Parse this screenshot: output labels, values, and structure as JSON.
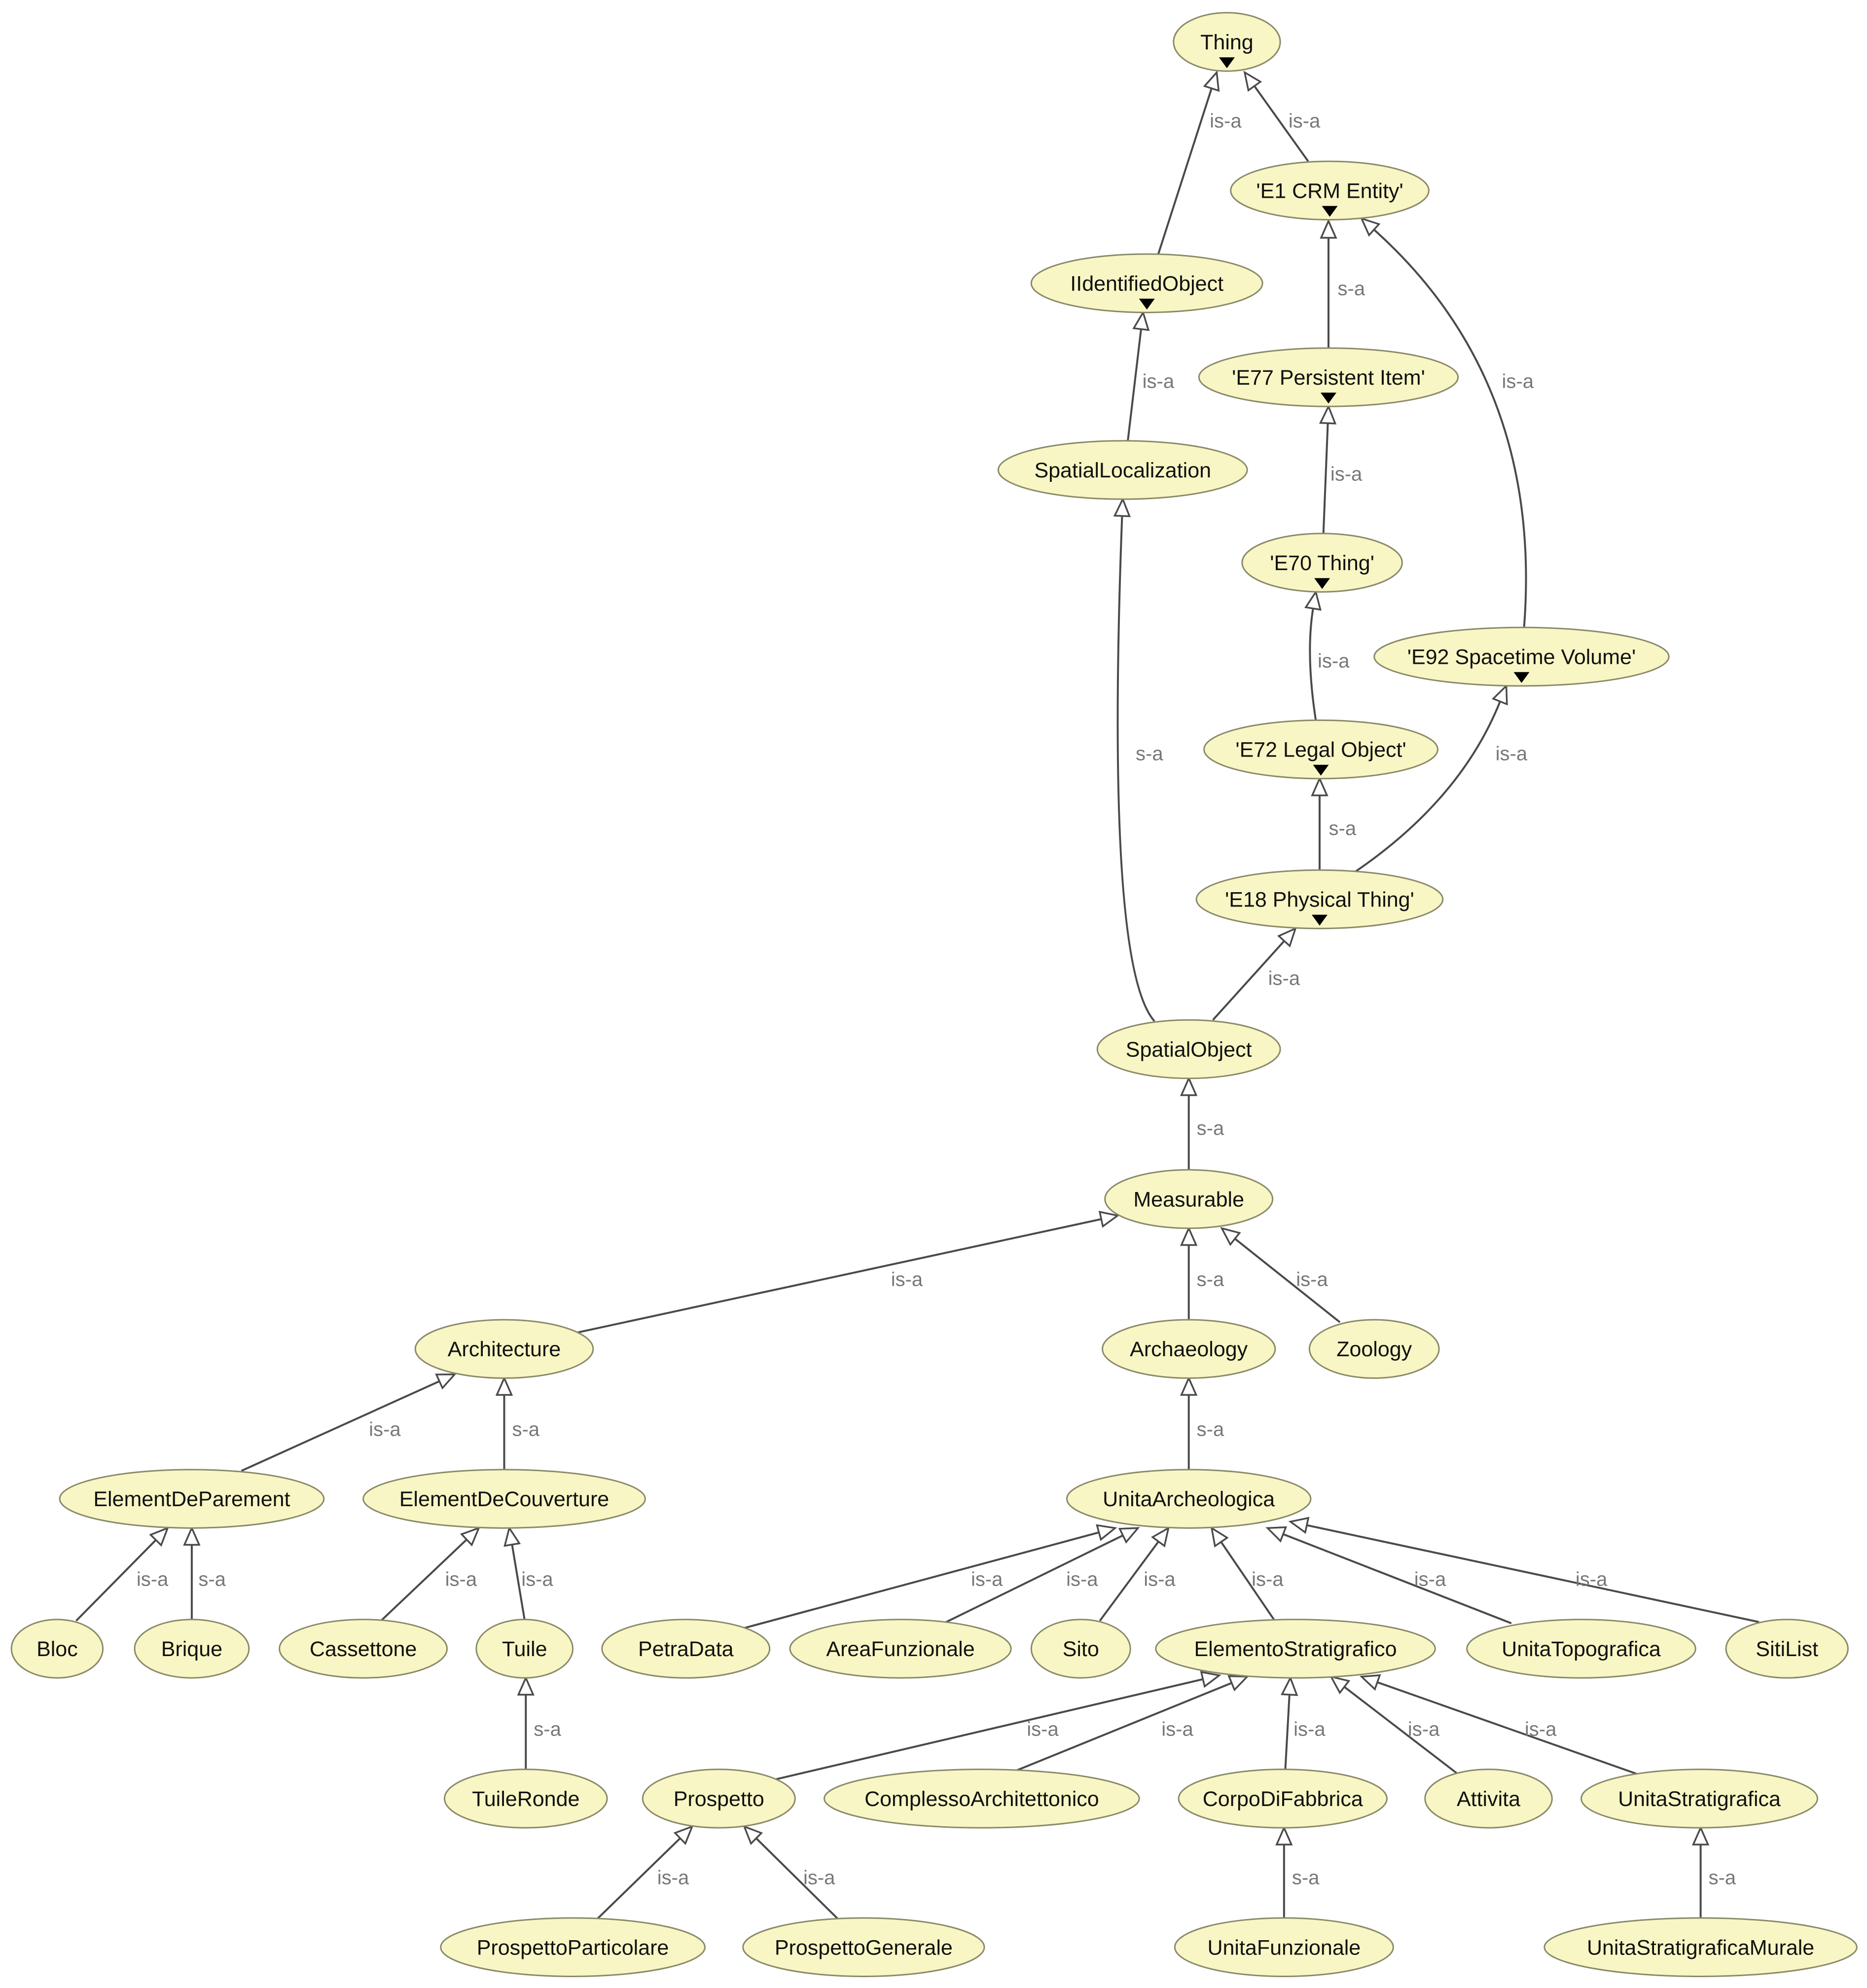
{
  "colors": {
    "node_fill": "#f8f6c4",
    "node_stroke": "#8a8a6a",
    "edge": "#4a4a4a",
    "edge_label": "#777777"
  },
  "nodes": [
    {
      "id": "thing",
      "label": "Thing",
      "expandable": true
    },
    {
      "id": "e1",
      "label": "'E1 CRM Entity'",
      "expandable": true
    },
    {
      "id": "identified",
      "label": "IIdentifiedObject",
      "expandable": true
    },
    {
      "id": "e77",
      "label": "'E77 Persistent Item'",
      "expandable": true
    },
    {
      "id": "spatialloc",
      "label": "SpatialLocalization",
      "expandable": false
    },
    {
      "id": "e70",
      "label": "'E70 Thing'",
      "expandable": true
    },
    {
      "id": "e92",
      "label": "'E92 Spacetime Volume'",
      "expandable": true
    },
    {
      "id": "e72",
      "label": "'E72 Legal Object'",
      "expandable": true
    },
    {
      "id": "e18",
      "label": "'E18 Physical Thing'",
      "expandable": true
    },
    {
      "id": "spatialobj",
      "label": "SpatialObject",
      "expandable": false
    },
    {
      "id": "measurable",
      "label": "Measurable",
      "expandable": false
    },
    {
      "id": "architecture",
      "label": "Architecture",
      "expandable": false
    },
    {
      "id": "archaeology",
      "label": "Archaeology",
      "expandable": false
    },
    {
      "id": "zoology",
      "label": "Zoology",
      "expandable": false
    },
    {
      "id": "elemparement",
      "label": "ElementDeParement",
      "expandable": false
    },
    {
      "id": "elemcouv",
      "label": "ElementDeCouverture",
      "expandable": false
    },
    {
      "id": "unitaarch",
      "label": "UnitaArcheologica",
      "expandable": false
    },
    {
      "id": "bloc",
      "label": "Bloc",
      "expandable": false
    },
    {
      "id": "brique",
      "label": "Brique",
      "expandable": false
    },
    {
      "id": "cassettone",
      "label": "Cassettone",
      "expandable": false
    },
    {
      "id": "tuile",
      "label": "Tuile",
      "expandable": false
    },
    {
      "id": "petradata",
      "label": "PetraData",
      "expandable": false
    },
    {
      "id": "areafunz",
      "label": "AreaFunzionale",
      "expandable": false
    },
    {
      "id": "sito",
      "label": "Sito",
      "expandable": false
    },
    {
      "id": "elemstrat",
      "label": "ElementoStratigrafico",
      "expandable": false
    },
    {
      "id": "unitatopo",
      "label": "UnitaTopografica",
      "expandable": false
    },
    {
      "id": "sitilist",
      "label": "SitiList",
      "expandable": false
    },
    {
      "id": "tuileronde",
      "label": "TuileRonde",
      "expandable": false
    },
    {
      "id": "prospetto",
      "label": "Prospetto",
      "expandable": false
    },
    {
      "id": "complesso",
      "label": "ComplessoArchitettonico",
      "expandable": false
    },
    {
      "id": "corpo",
      "label": "CorpoDiFabbrica",
      "expandable": false
    },
    {
      "id": "attivita",
      "label": "Attivita",
      "expandable": false
    },
    {
      "id": "unitastrat",
      "label": "UnitaStratigrafica",
      "expandable": false
    },
    {
      "id": "prosppart",
      "label": "ProspettoParticolare",
      "expandable": false
    },
    {
      "id": "prospgen",
      "label": "ProspettoGenerale",
      "expandable": false
    },
    {
      "id": "unitafunz",
      "label": "UnitaFunzionale",
      "expandable": false
    },
    {
      "id": "unitastratmur",
      "label": "UnitaStratigraficaMurale",
      "expandable": false
    }
  ],
  "edges": [
    {
      "from": "identified",
      "to": "thing",
      "label": "is-a"
    },
    {
      "from": "e1",
      "to": "thing",
      "label": "is-a"
    },
    {
      "from": "e77",
      "to": "e1",
      "label": "s-a"
    },
    {
      "from": "e92",
      "to": "e1",
      "label": "is-a"
    },
    {
      "from": "spatialloc",
      "to": "identified",
      "label": "is-a"
    },
    {
      "from": "e70",
      "to": "e77",
      "label": "is-a"
    },
    {
      "from": "e72",
      "to": "e70",
      "label": "is-a"
    },
    {
      "from": "e18",
      "to": "e72",
      "label": "s-a"
    },
    {
      "from": "e18",
      "to": "e92",
      "label": "is-a"
    },
    {
      "from": "spatialobj",
      "to": "spatialloc",
      "label": "s-a"
    },
    {
      "from": "spatialobj",
      "to": "e18",
      "label": "is-a"
    },
    {
      "from": "measurable",
      "to": "spatialobj",
      "label": "s-a"
    },
    {
      "from": "architecture",
      "to": "measurable",
      "label": "is-a"
    },
    {
      "from": "archaeology",
      "to": "measurable",
      "label": "s-a"
    },
    {
      "from": "zoology",
      "to": "measurable",
      "label": "is-a"
    },
    {
      "from": "elemparement",
      "to": "architecture",
      "label": "is-a"
    },
    {
      "from": "elemcouv",
      "to": "architecture",
      "label": "s-a"
    },
    {
      "from": "unitaarch",
      "to": "archaeology",
      "label": "s-a"
    },
    {
      "from": "bloc",
      "to": "elemparement",
      "label": "is-a"
    },
    {
      "from": "brique",
      "to": "elemparement",
      "label": "s-a"
    },
    {
      "from": "cassettone",
      "to": "elemcouv",
      "label": "is-a"
    },
    {
      "from": "tuile",
      "to": "elemcouv",
      "label": "is-a"
    },
    {
      "from": "petradata",
      "to": "unitaarch",
      "label": "is-a"
    },
    {
      "from": "areafunz",
      "to": "unitaarch",
      "label": "is-a"
    },
    {
      "from": "sito",
      "to": "unitaarch",
      "label": "is-a"
    },
    {
      "from": "elemstrat",
      "to": "unitaarch",
      "label": "is-a"
    },
    {
      "from": "unitatopo",
      "to": "unitaarch",
      "label": "is-a"
    },
    {
      "from": "sitilist",
      "to": "unitaarch",
      "label": "is-a"
    },
    {
      "from": "tuileronde",
      "to": "tuile",
      "label": "s-a"
    },
    {
      "from": "prospetto",
      "to": "elemstrat",
      "label": "is-a"
    },
    {
      "from": "complesso",
      "to": "elemstrat",
      "label": "is-a"
    },
    {
      "from": "corpo",
      "to": "elemstrat",
      "label": "is-a"
    },
    {
      "from": "attivita",
      "to": "elemstrat",
      "label": "is-a"
    },
    {
      "from": "unitastrat",
      "to": "elemstrat",
      "label": "is-a"
    },
    {
      "from": "prosppart",
      "to": "prospetto",
      "label": "is-a"
    },
    {
      "from": "prospgen",
      "to": "prospetto",
      "label": "is-a"
    },
    {
      "from": "unitafunz",
      "to": "corpo",
      "label": "s-a"
    },
    {
      "from": "unitastratmur",
      "to": "unitastrat",
      "label": "s-a"
    }
  ]
}
